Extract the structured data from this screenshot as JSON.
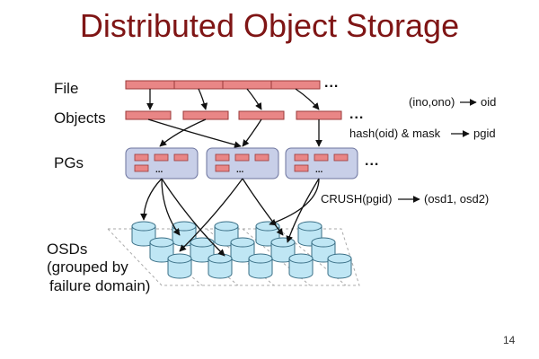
{
  "title": "Distributed Object Storage",
  "page_number": "14",
  "labels": {
    "file": "File",
    "objects": "Objects",
    "pgs": "PGs",
    "osds": [
      "OSDs",
      "(grouped by",
      "failure domain)"
    ]
  },
  "annotations": {
    "oid": "(ino,ono)",
    "oid_result": "oid",
    "pgid": "hash(oid) & mask",
    "pgid_result": "pgid",
    "crush": "CRUSH(pgid)",
    "crush_result": "(osd1, osd2)"
  },
  "ellipsis": "...",
  "pg_ellipsis": "...",
  "colors": {
    "title": "#7f1515",
    "object_fill": "#e98686",
    "object_stroke": "#9b3a3a",
    "pg_fill": "#c8cfe8",
    "pg_stroke": "#6b739d",
    "osd_fill": "#bfe6f4",
    "osd_stroke": "#3a6f86",
    "arrow": "#111111"
  }
}
